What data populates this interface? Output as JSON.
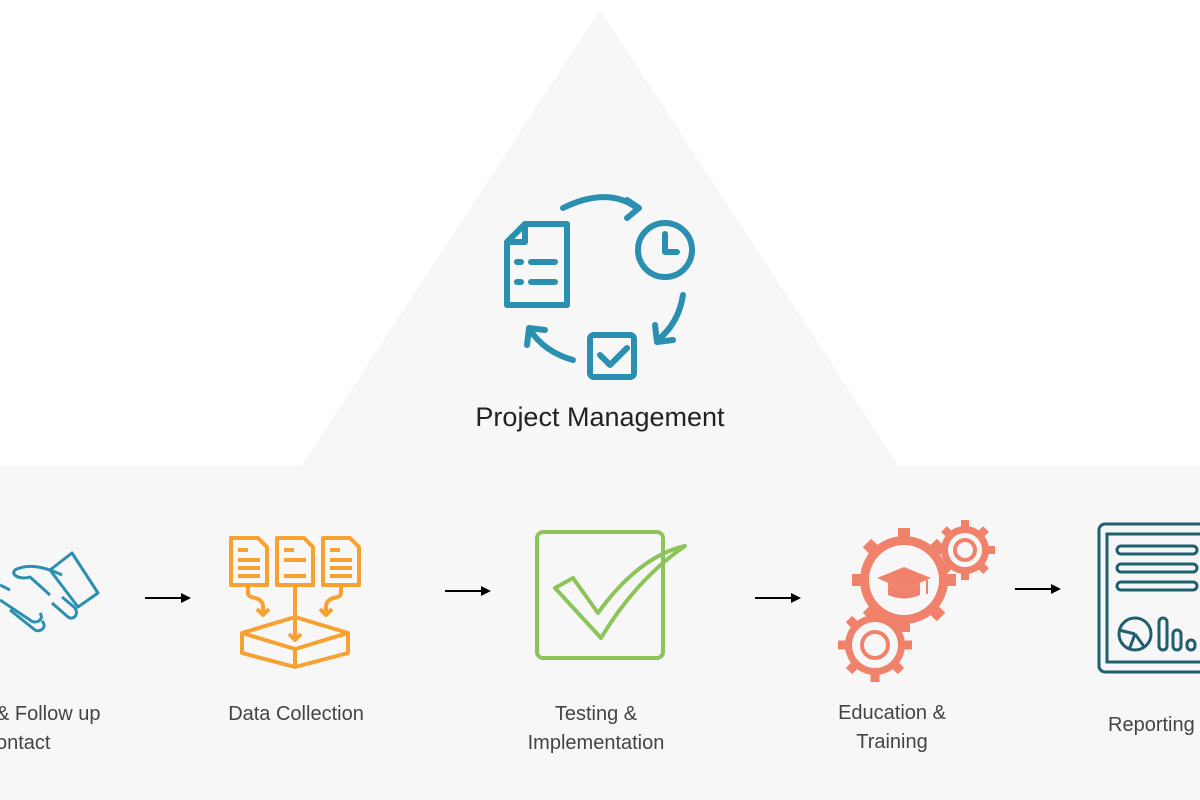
{
  "hub": {
    "title": "Project Management",
    "icon": "project-cycle-icon"
  },
  "steps": [
    {
      "line1": "& Follow up",
      "line2": "ontact",
      "icon": "handshake-icon"
    },
    {
      "line1": "Data Collection",
      "icon": "data-collection-icon"
    },
    {
      "line1": "Testing &",
      "line2": "Implementation",
      "icon": "checkbox-icon"
    },
    {
      "line1": "Education &",
      "line2": "Training",
      "icon": "gears-graduation-icon"
    },
    {
      "line1": "Reporting",
      "icon": "report-icon"
    }
  ],
  "colors": {
    "teal": "#2a8fb0",
    "orange": "#f7a132",
    "green": "#8dc45a",
    "salmon": "#f0826c",
    "darkteal": "#1f5f6e",
    "panel": "#f7f7f7"
  }
}
